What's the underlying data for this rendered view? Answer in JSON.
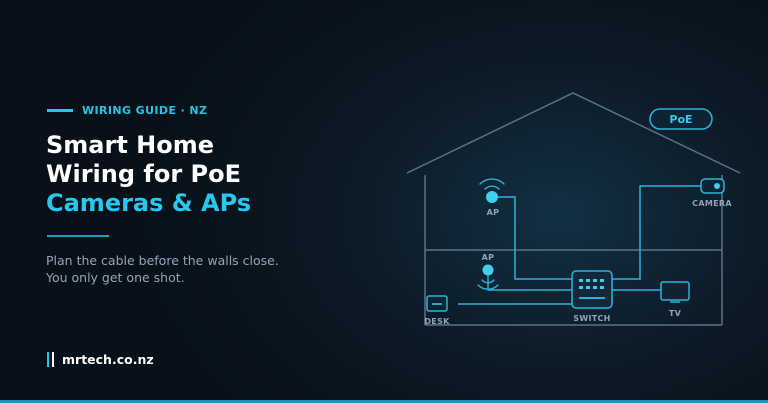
{
  "eyebrow": "WIRING GUIDE · NZ",
  "title": {
    "line1": "Smart Home",
    "line2": "Wiring for PoE",
    "line3": "Cameras & APs"
  },
  "subtitle": "Plan the cable before the walls close. You only get one shot.",
  "brand": "mrtech.co.nz",
  "diagram": {
    "badge": "PoE",
    "labels": {
      "ap_upper": "AP",
      "ap_lower": "AP",
      "camera": "CAMERA",
      "switch": "SWITCH",
      "desk": "DESK",
      "tv": "TV"
    }
  },
  "colors": {
    "accent": "#27c6ea",
    "background": "#0a141d",
    "wire": "#2bb4d8",
    "house_outline": "#5c7286"
  }
}
